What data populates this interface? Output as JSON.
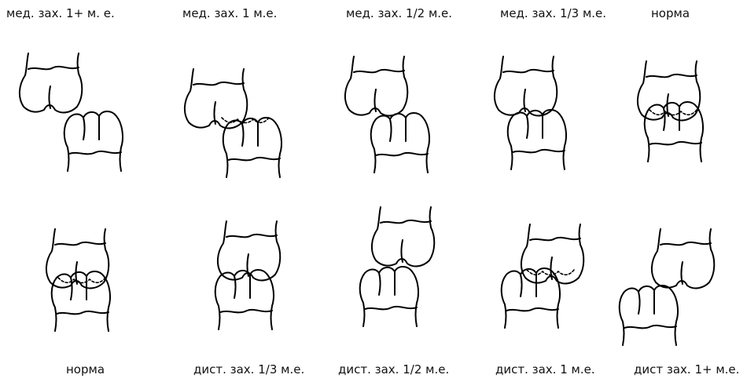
{
  "top_row": {
    "labels": [
      "мед. зах. 1+ м. е.",
      "мед. зах. 1 м.е.",
      "мед. зах. 1/2 м.е.",
      "мед. зах. 1/3 м.е.",
      "норма"
    ]
  },
  "bottom_row": {
    "labels": [
      "норма",
      "дист. зах. 1/3 м.е.",
      "дист. зах. 1/2 м.е.",
      "дист. зах. 1 м.е.",
      "дист зах. 1+ м.е."
    ]
  },
  "icons": {
    "tooth_pair": "molar-occlusion-drawing"
  },
  "colors": {
    "stroke": "#000000",
    "background": "#ffffff"
  }
}
